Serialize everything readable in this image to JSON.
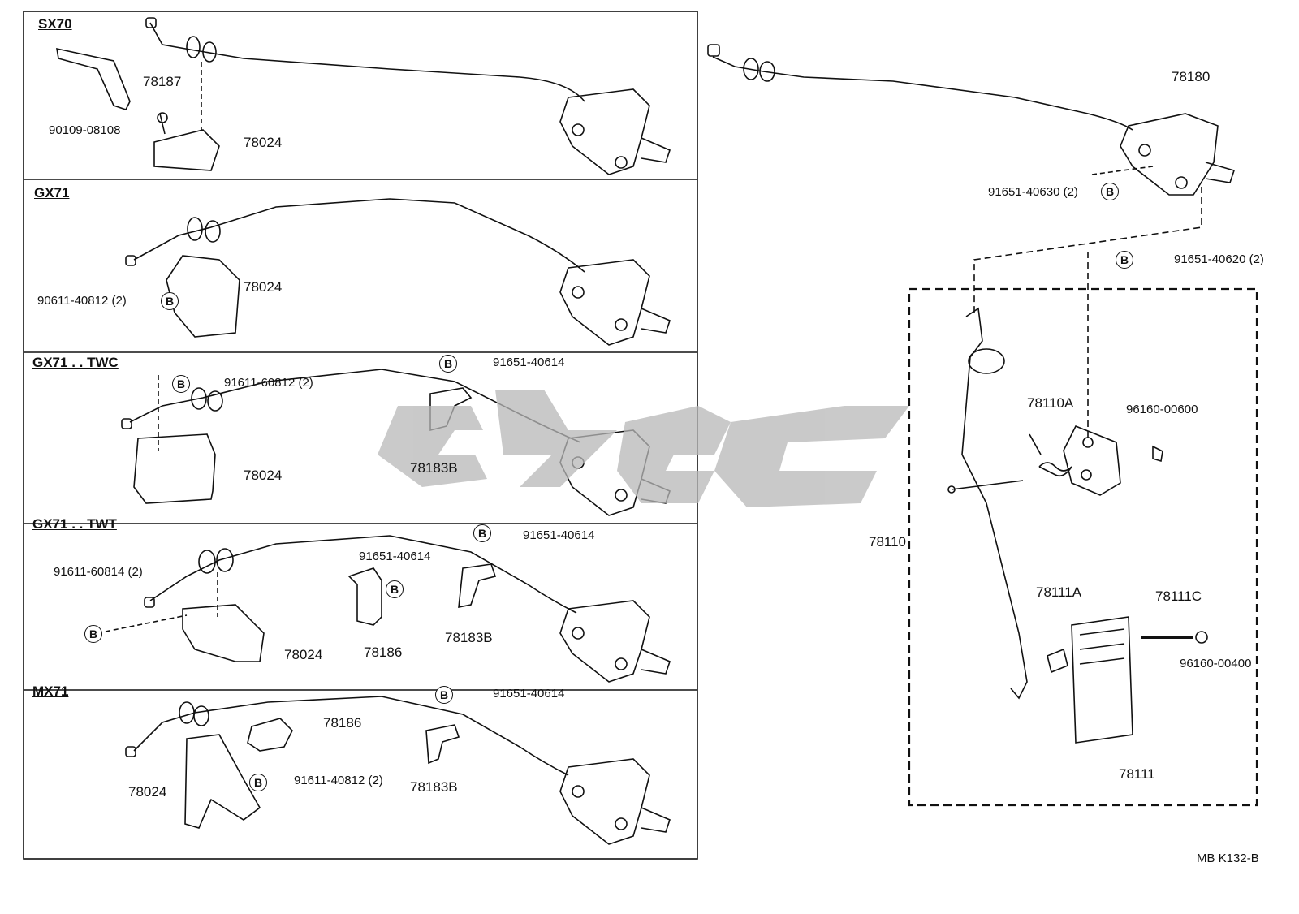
{
  "sections": [
    {
      "header": "SX70",
      "parts": [
        "78187",
        "90109-08108",
        "78024"
      ]
    },
    {
      "header": "GX71",
      "parts": [
        "78024",
        "90611-40812 (2)"
      ]
    },
    {
      "header": "GX71 . . TWC",
      "parts": [
        "91611-60812 (2)",
        "91651-40614",
        "78183B",
        "78024"
      ]
    },
    {
      "header": "GX71 . . TWT",
      "parts": [
        "91611-60814 (2)",
        "91651-40614",
        "91651-40614",
        "78024",
        "78186",
        "78183B"
      ]
    },
    {
      "header": "MX71",
      "parts": [
        "91651-40614",
        "78186",
        "78183B",
        "78024",
        "91611-40812 (2)"
      ]
    }
  ],
  "right_assembly": {
    "parts": [
      "78180",
      "91651-40630 (2)",
      "91651-40620 (2)",
      "78110A",
      "96160-00600",
      "78110",
      "78111A",
      "78111C",
      "96160-00400",
      "78111"
    ]
  },
  "callout_letter": "B",
  "footer_code": "MB  K132-B"
}
